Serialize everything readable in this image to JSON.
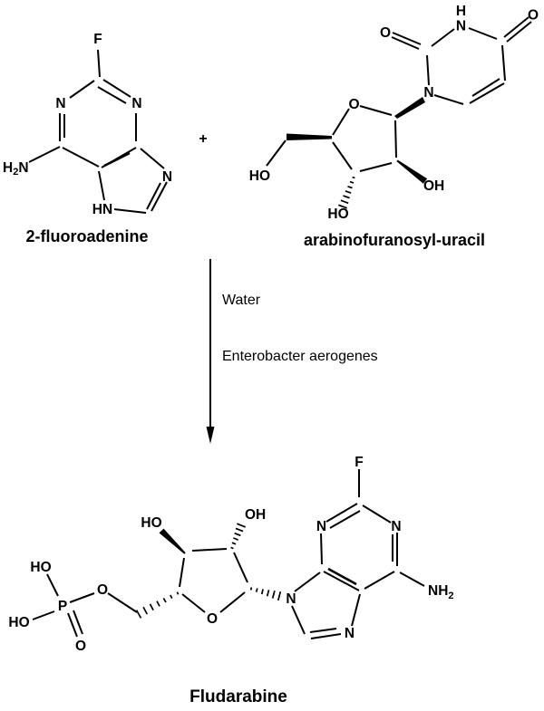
{
  "colors": {
    "ink": "#000000",
    "background": "#ffffff"
  },
  "r1": {
    "name": "2-fluoroadenine",
    "atoms": {
      "f": "F",
      "n1": "N",
      "n3": "N",
      "n7": "N",
      "n9h": "HN",
      "amino_h": "H",
      "amino_sub": "2",
      "amino_n": "N"
    }
  },
  "plus": "+",
  "r2": {
    "name": "arabinofuranosyl-uracil",
    "atoms": {
      "n3_h": "H",
      "n3": "N",
      "o2": "O",
      "o4": "O",
      "n1": "N",
      "ring_o": "O",
      "ho5": "HO",
      "oh2": "OH",
      "ho3": "HO"
    }
  },
  "conditions": {
    "reagent": "Water",
    "organism": "Enterobacter aerogenes"
  },
  "product": {
    "name": "Fludarabine",
    "atoms": {
      "ho_p1": "HO",
      "p": "P",
      "ho_p2": "HO",
      "o_dbl": "O",
      "o_ester": "O",
      "ring_o": "O",
      "ho3": "HO",
      "oh2": "OH",
      "n9": "N",
      "n7": "N",
      "n3": "N",
      "n1": "N",
      "f": "F",
      "nh2": "NH",
      "nh2_sub": "2"
    }
  }
}
